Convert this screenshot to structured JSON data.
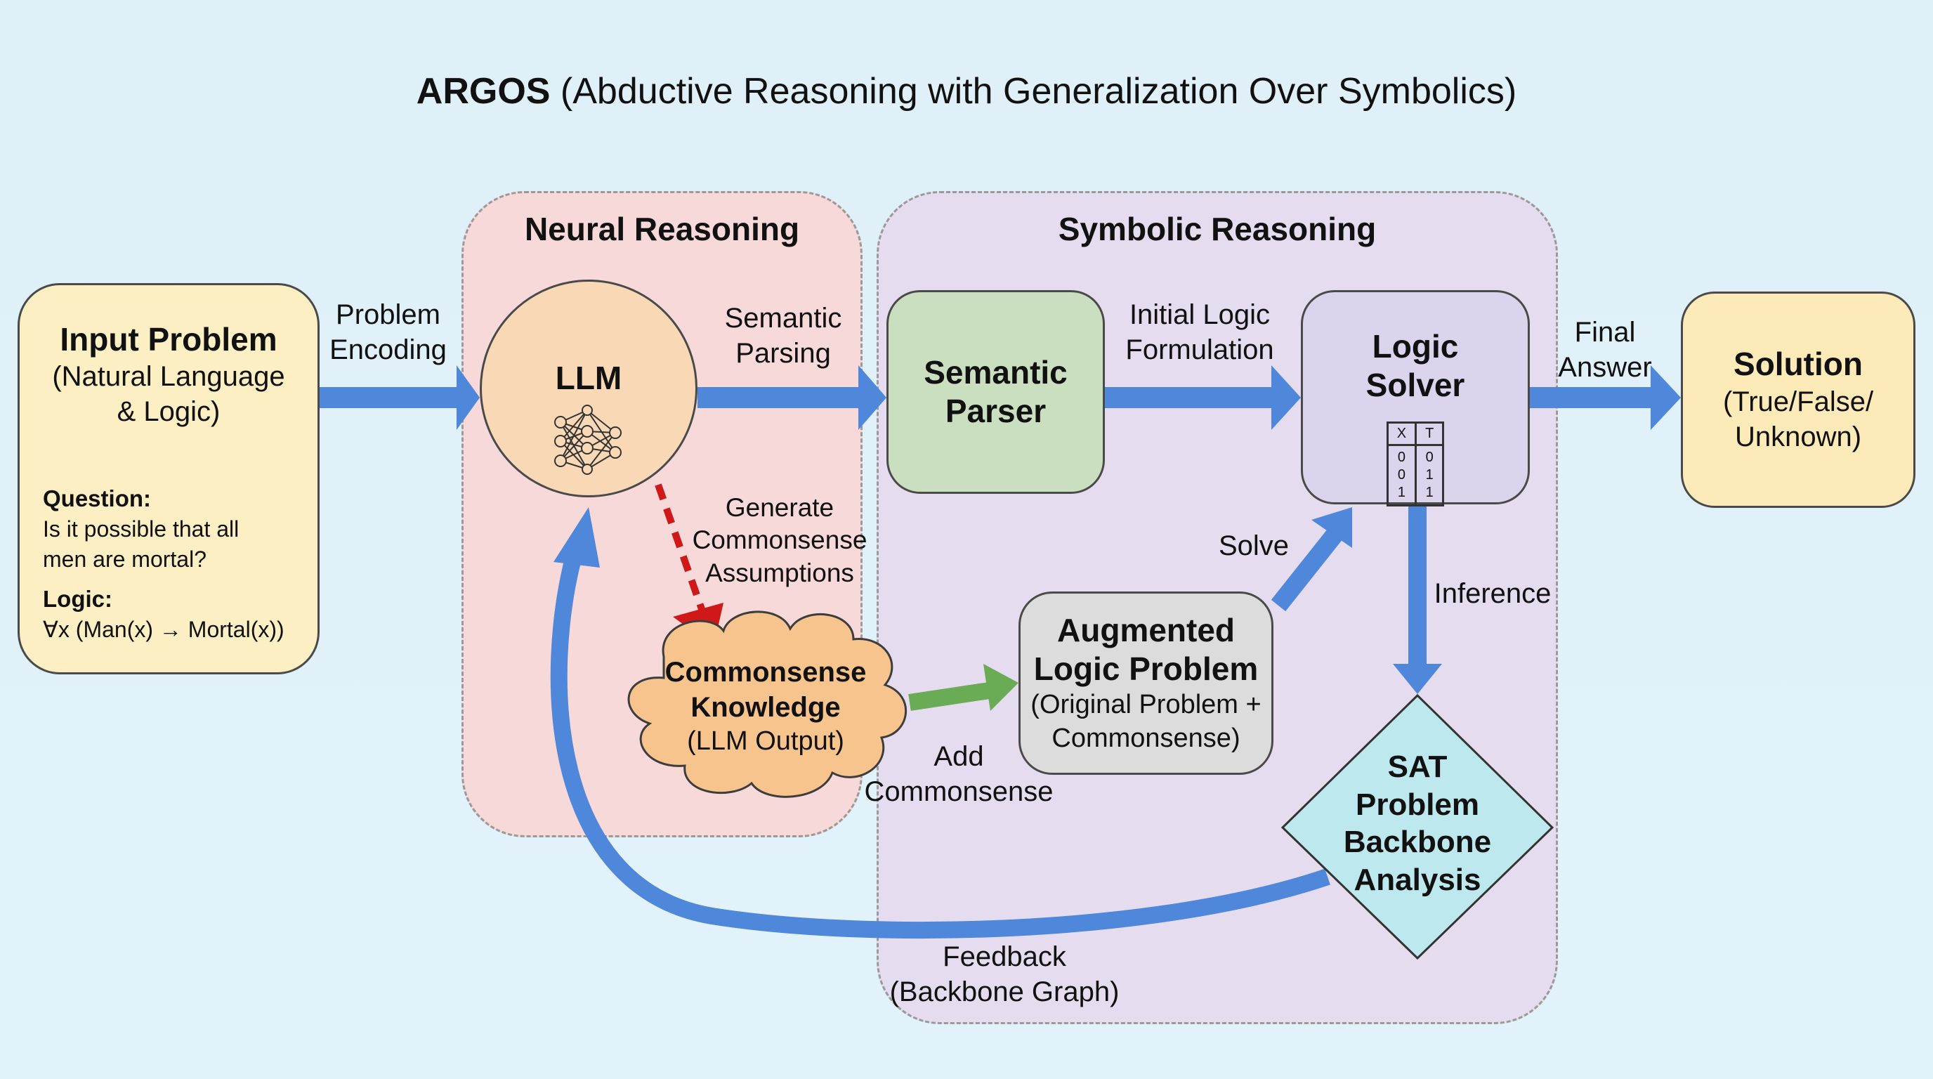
{
  "title": {
    "bold": "ARGOS",
    "rest": " (Abductive Reasoning with Generalization Over Symbolics)"
  },
  "regions": {
    "neural": "Neural Reasoning",
    "symbolic": "Symbolic Reasoning"
  },
  "input_problem": {
    "heading": "Input Problem",
    "subtitle_line1": "(Natural Language",
    "subtitle_line2": "& Logic)",
    "question_label": "Question:",
    "question_line1": "Is it possible that all",
    "question_line2": "men are mortal?",
    "logic_label": "Logic:",
    "logic_formula": "∀x (Man(x) → Mortal(x))"
  },
  "llm": {
    "label": "LLM",
    "icon": "neural-network-icon"
  },
  "semantic_parser": {
    "line1": "Semantic",
    "line2": "Parser"
  },
  "logic_solver": {
    "line1": "Logic",
    "line2": "Solver",
    "truth_table": {
      "headers": [
        "X",
        "T"
      ],
      "columns": [
        [
          "0",
          "0",
          "1"
        ],
        [
          "0",
          "1",
          "1"
        ]
      ]
    }
  },
  "solution": {
    "heading": "Solution",
    "line1": "(True/False/",
    "line2": "Unknown)"
  },
  "commonsense": {
    "line1": "Commonsense",
    "line2": "Knowledge",
    "sub": "(LLM Output)"
  },
  "augmented": {
    "line1": "Augmented",
    "line2": "Logic Problem",
    "sub1": "(Original Problem +",
    "sub2": "Commonsense)"
  },
  "sat": {
    "line1": "SAT",
    "line2": "Problem",
    "line3": "Backbone",
    "line4": "Analysis"
  },
  "edges": {
    "problem_encoding": [
      "Problem",
      "Encoding"
    ],
    "semantic_parsing": [
      "Semantic",
      "Parsing"
    ],
    "initial_logic": [
      "Initial Logic",
      "Formulation"
    ],
    "final_answer": [
      "Final",
      "Answer"
    ],
    "generate_commonsense": [
      "Generate",
      "Commonsense",
      "Assumptions"
    ],
    "add_commonsense": [
      "Add",
      "Commonsense"
    ],
    "solve": [
      "Solve"
    ],
    "inference": [
      "Inference"
    ],
    "feedback": [
      "Feedback",
      "(Backbone Graph)"
    ]
  },
  "colors": {
    "background": "#dff0f9",
    "arrow_blue": "#4f87db",
    "arrow_green": "#6aab56",
    "arrow_red": "#d01818",
    "neural_region": "#f7d9d9",
    "symbolic_region": "#e5ddef",
    "input_box": "#fcefc4",
    "llm_circle": "#f9d8b6",
    "parser_box": "#c9dfbf",
    "solver_box": "#dcd3ec",
    "solution_box": "#fcebb9",
    "cloud": "#f8c48e",
    "augmented_box": "#dcdcdc",
    "sat_diamond": "#bde8ee"
  }
}
